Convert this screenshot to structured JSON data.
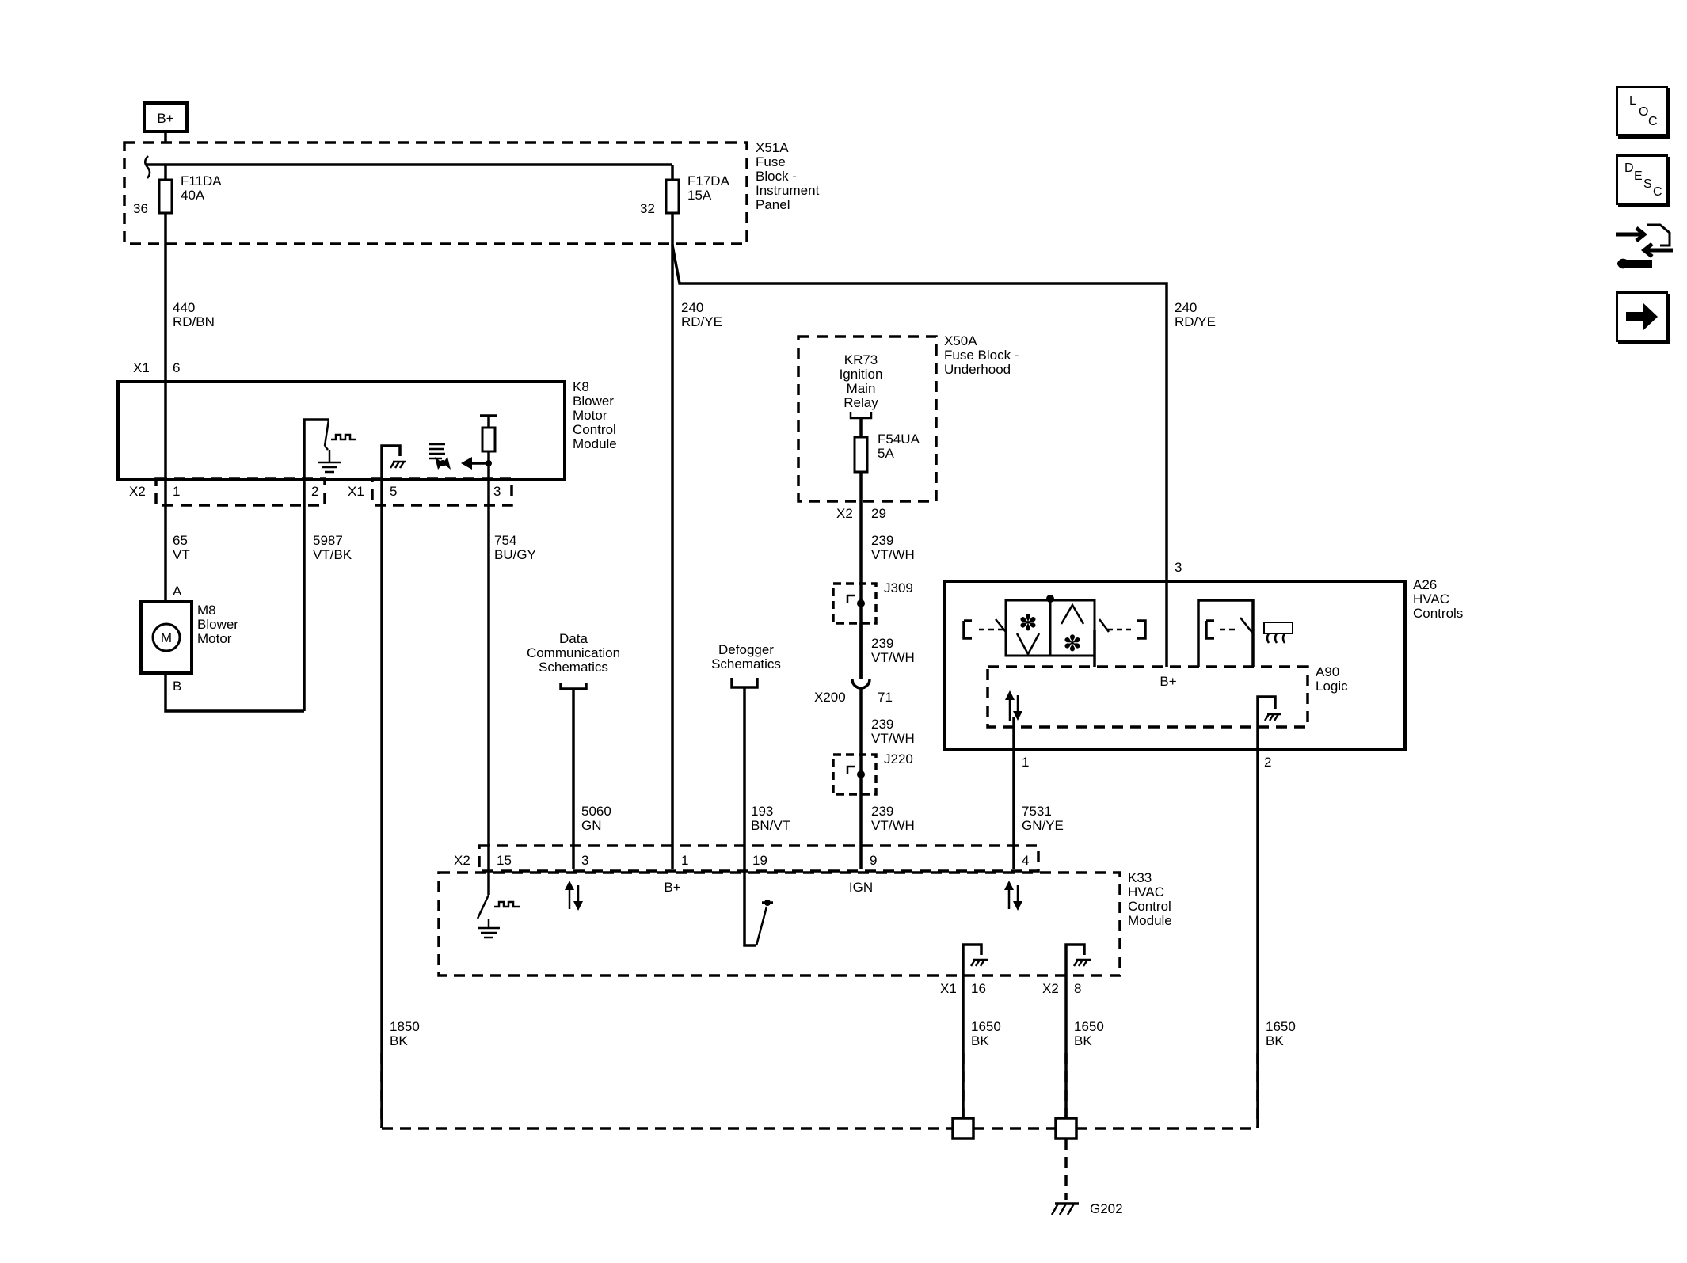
{
  "nav": {
    "loc": {
      "l1": "L",
      "l2": "O",
      "l3": "C"
    },
    "desc": {
      "l1": "D",
      "l2": "E",
      "l3": "S",
      "l4": "C"
    }
  },
  "labels": {
    "bplus_box": "B+",
    "x51a": "X51A",
    "x51a_1": "Fuse",
    "x51a_2": "Block -",
    "x51a_3": "Instrument",
    "x51a_4": "Panel",
    "f11da": "F11DA",
    "f11da_a": "40A",
    "pin36": "36",
    "f17da": "F17DA",
    "f17da_a": "15A",
    "pin32": "32",
    "w440": "440",
    "w440_c": "RD/BN",
    "w240a": "240",
    "w240a_c": "RD/YE",
    "w240b": "240",
    "w240b_c": "RD/YE",
    "k8_x1": "X1",
    "k8_p6": "6",
    "k8": "K8",
    "k8_1": "Blower",
    "k8_2": "Motor",
    "k8_3": "Control",
    "k8_4": "Module",
    "k8_x2": "X2",
    "k8_p1": "1",
    "k8_p2": "2",
    "k8_x1b": "X1",
    "k8_p5": "5",
    "k8_p3": "3",
    "w65": "65",
    "w65_c": "VT",
    "w5987": "5987",
    "w5987_c": "VT/BK",
    "w754": "754",
    "w754_c": "BU/GY",
    "m8_a": "A",
    "m8": "M8",
    "m8_1": "Blower",
    "m8_2": "Motor",
    "m8_b": "B",
    "motor_m": "M",
    "x50a": "X50A",
    "x50a_1": "Fuse Block -",
    "x50a_2": "Underhood",
    "kr73": "KR73",
    "kr73_1": "Ignition",
    "kr73_2": "Main",
    "kr73_3": "Relay",
    "f54ua": "F54UA",
    "f54ua_a": "5A",
    "x50_x2": "X2",
    "x50_p29": "29",
    "w239a": "239",
    "w239a_c": "VT/WH",
    "j309": "J309",
    "w239b": "239",
    "w239b_c": "VT/WH",
    "x200": "X200",
    "p71": "71",
    "w239c": "239",
    "w239c_c": "VT/WH",
    "j220": "J220",
    "w239d": "239",
    "w239d_c": "VT/WH",
    "dc_1": "Data",
    "dc_2": "Communication",
    "dc_3": "Schematics",
    "def_1": "Defogger",
    "def_2": "Schematics",
    "w5060": "5060",
    "w5060_c": "GN",
    "w193": "193",
    "w193_c": "BN/VT",
    "a26_p3": "3",
    "a26": "A26",
    "a26_1": "HVAC",
    "a26_2": "Controls",
    "a90": "A90",
    "a90_1": "Logic",
    "a90_bplus": "B+",
    "a26_p1": "1",
    "a26_p2": "2",
    "w7531": "7531",
    "w7531_c": "GN/YE",
    "k33_x2": "X2",
    "k33_p15": "15",
    "k33_p3": "3",
    "k33_p1": "1",
    "k33_p19": "19",
    "k33_p9": "9",
    "k33_p4": "4",
    "k33_bplus": "B+",
    "k33_ign": "IGN",
    "k33": "K33",
    "k33_1": "HVAC",
    "k33_2": "Control",
    "k33_3": "Module",
    "k33_x1": "X1",
    "k33_p16": "16",
    "k33_x2b": "X2",
    "k33_p8": "8",
    "w1850": "1850",
    "w1850_c": "BK",
    "w1650a": "1650",
    "w1650a_c": "BK",
    "w1650b": "1650",
    "w1650b_c": "BK",
    "w1650c": "1650",
    "w1650c_c": "BK",
    "g202": "G202"
  }
}
